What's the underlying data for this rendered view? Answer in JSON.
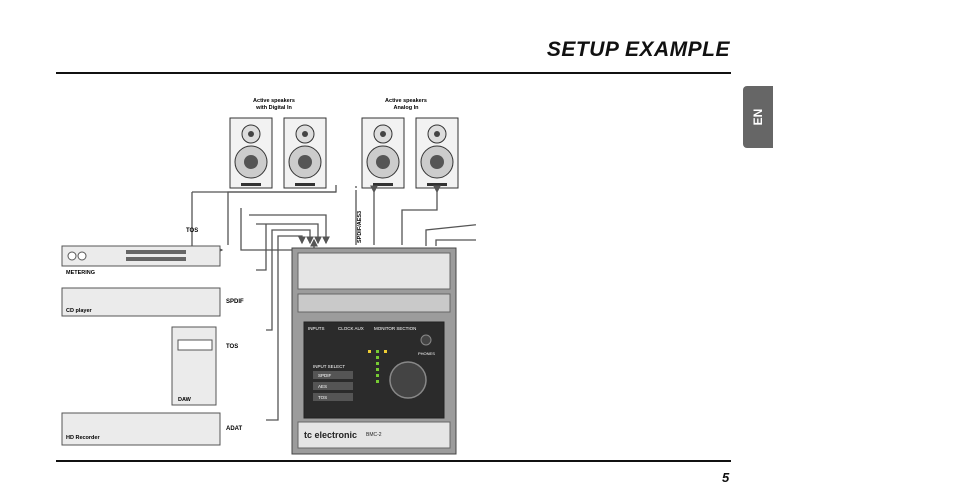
{
  "header": {
    "title": "SETUP EXAMPLE"
  },
  "tab": {
    "lang": "EN"
  },
  "footer": {
    "page": "5"
  },
  "diagram": {
    "spk_digital": [
      "Active speakers",
      "with Digital In"
    ],
    "spk_analog": [
      "Active speakers",
      "Analog In"
    ],
    "metering": "METERING",
    "cd": "CD player",
    "daw": "DAW",
    "hd": "HD Recorder",
    "tos1": "TOS",
    "spdif": "SPDIF",
    "tos2": "TOS",
    "adat": "ADAT",
    "spdif_aes": "SPDIF/AES3",
    "brand": "tc electronic",
    "model": "BMC-2",
    "sec_inputs": "INPUTS",
    "sec_clock": "CLOCK AUX",
    "sec_monitor": "MONITOR SECTION",
    "sel_title": "INPUT SELECT",
    "sel": [
      "SPDIF",
      "AES",
      "TOS"
    ],
    "phones": "PHONES"
  }
}
